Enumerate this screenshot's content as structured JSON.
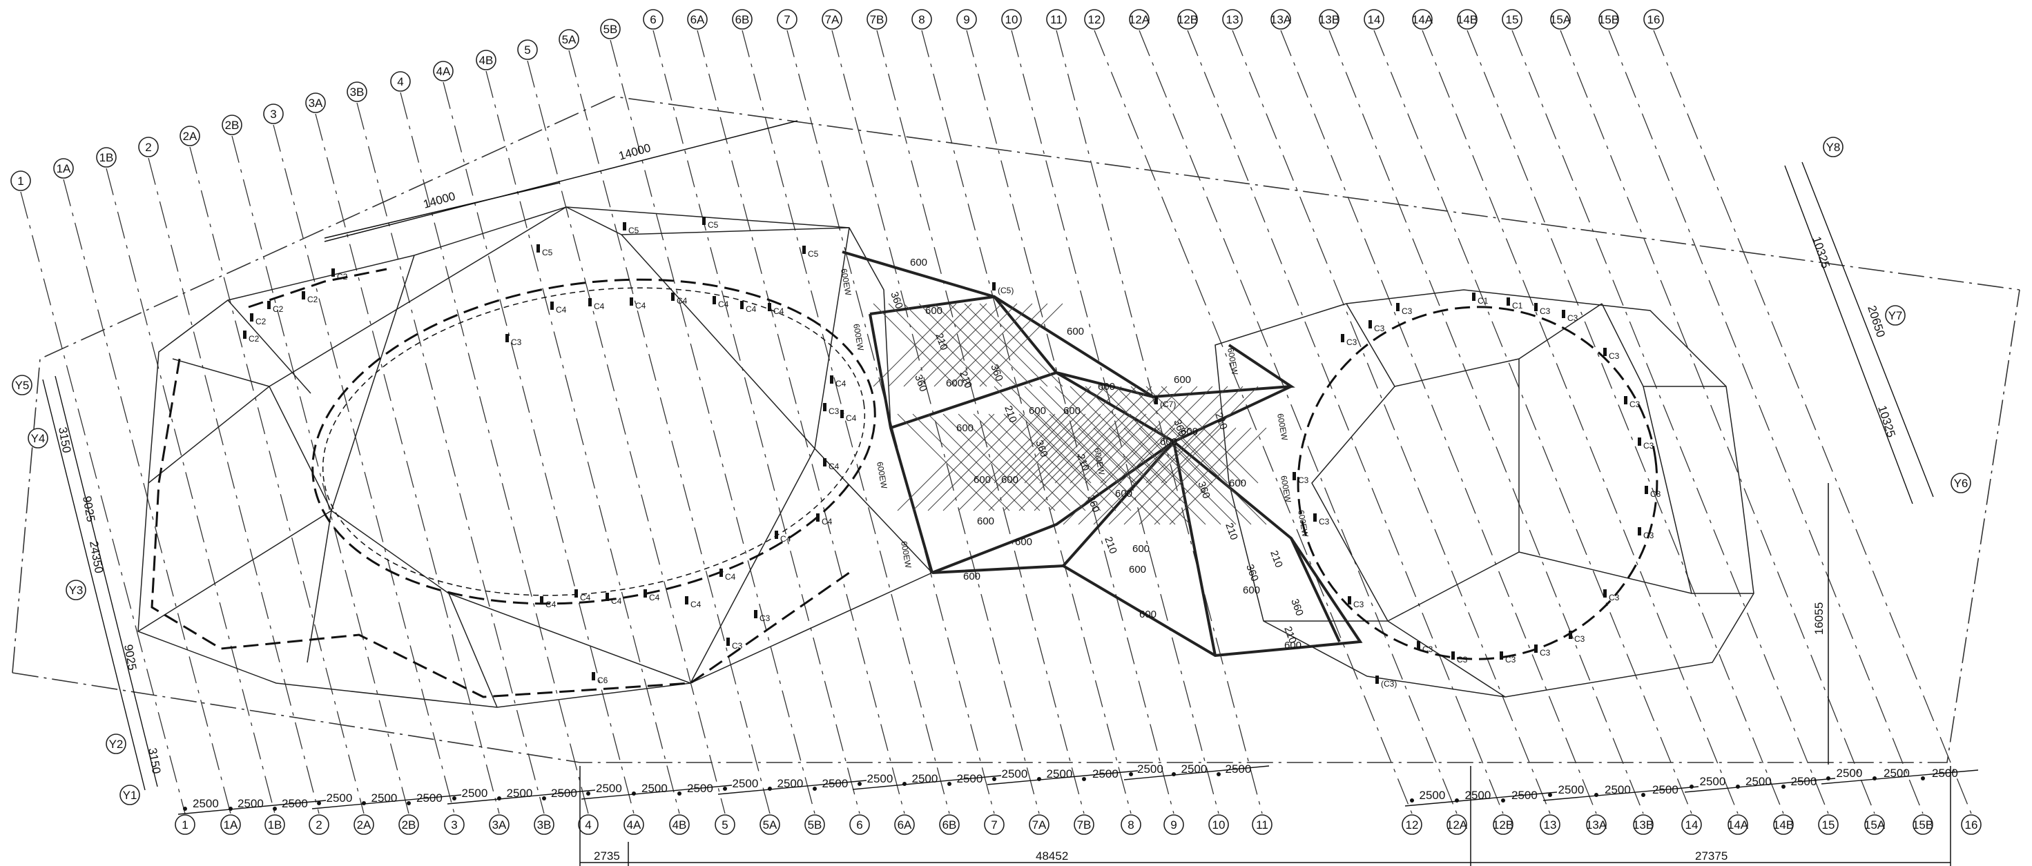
{
  "drawing": {
    "top_axes": [
      "1",
      "1A",
      "1B",
      "2",
      "2A",
      "2B",
      "3",
      "3A",
      "3B",
      "4",
      "4A",
      "4B",
      "5",
      "5A",
      "5B",
      "6",
      "6A",
      "6B",
      "7",
      "7A",
      "7B",
      "8",
      "9",
      "10",
      "11",
      "12",
      "12A",
      "12B",
      "13",
      "13A",
      "13B",
      "14",
      "14A",
      "14B",
      "15",
      "15A",
      "15B",
      "16"
    ],
    "bottom_axes": [
      "1",
      "1A",
      "1B",
      "2",
      "2A",
      "2B",
      "3",
      "3A",
      "3B",
      "4",
      "4A",
      "4B",
      "5",
      "5A",
      "5B",
      "6",
      "6A",
      "6B",
      "7",
      "7A",
      "7B",
      "8",
      "9",
      "10",
      "11",
      "12",
      "12A",
      "12B",
      "13",
      "13A",
      "13B",
      "14",
      "14A",
      "14B",
      "15",
      "15A",
      "15B",
      "16"
    ],
    "left_axes": [
      "Y5",
      "Y4",
      "Y3",
      "Y2",
      "Y1"
    ],
    "right_axes": [
      "Y8",
      "Y7",
      "Y6"
    ],
    "bottom_spacing": "2500",
    "overall_dims": [
      "2735",
      "48452",
      "27375"
    ],
    "left_dims": [
      "3150",
      "9025",
      "24350",
      "9025",
      "3150"
    ],
    "right_dims": [
      "10325",
      "20650",
      "10325"
    ],
    "vertical_dim": "16055",
    "top_dims": [
      "14000",
      "14000"
    ],
    "column_labels": {
      "c1": "C1",
      "c2": "C2",
      "c3": "C3",
      "c4": "C4",
      "c5": "C5",
      "c6": "C6",
      "c5_bracket": "(C5)",
      "c3_bracket": "(C3)",
      "c7_bracket": "(C7)"
    },
    "member_labels": [
      "600",
      "600",
      "600",
      "600",
      "600",
      "600",
      "600",
      "600",
      "600",
      "600",
      "600",
      "600",
      "600",
      "600",
      "600",
      "600",
      "600",
      "600",
      "600",
      "600",
      "600",
      "600",
      "600"
    ],
    "member_labels_b": [
      "360",
      "210",
      "360",
      "210",
      "360",
      "210",
      "360",
      "210",
      "360",
      "210",
      "360",
      "210",
      "360",
      "210",
      "360",
      "210",
      "360",
      "210"
    ],
    "member_labels_c": [
      "600EW",
      "600EW",
      "600EW",
      "600EW",
      "600EW",
      "600EW",
      "600EW",
      "600EW",
      "600EW"
    ]
  }
}
